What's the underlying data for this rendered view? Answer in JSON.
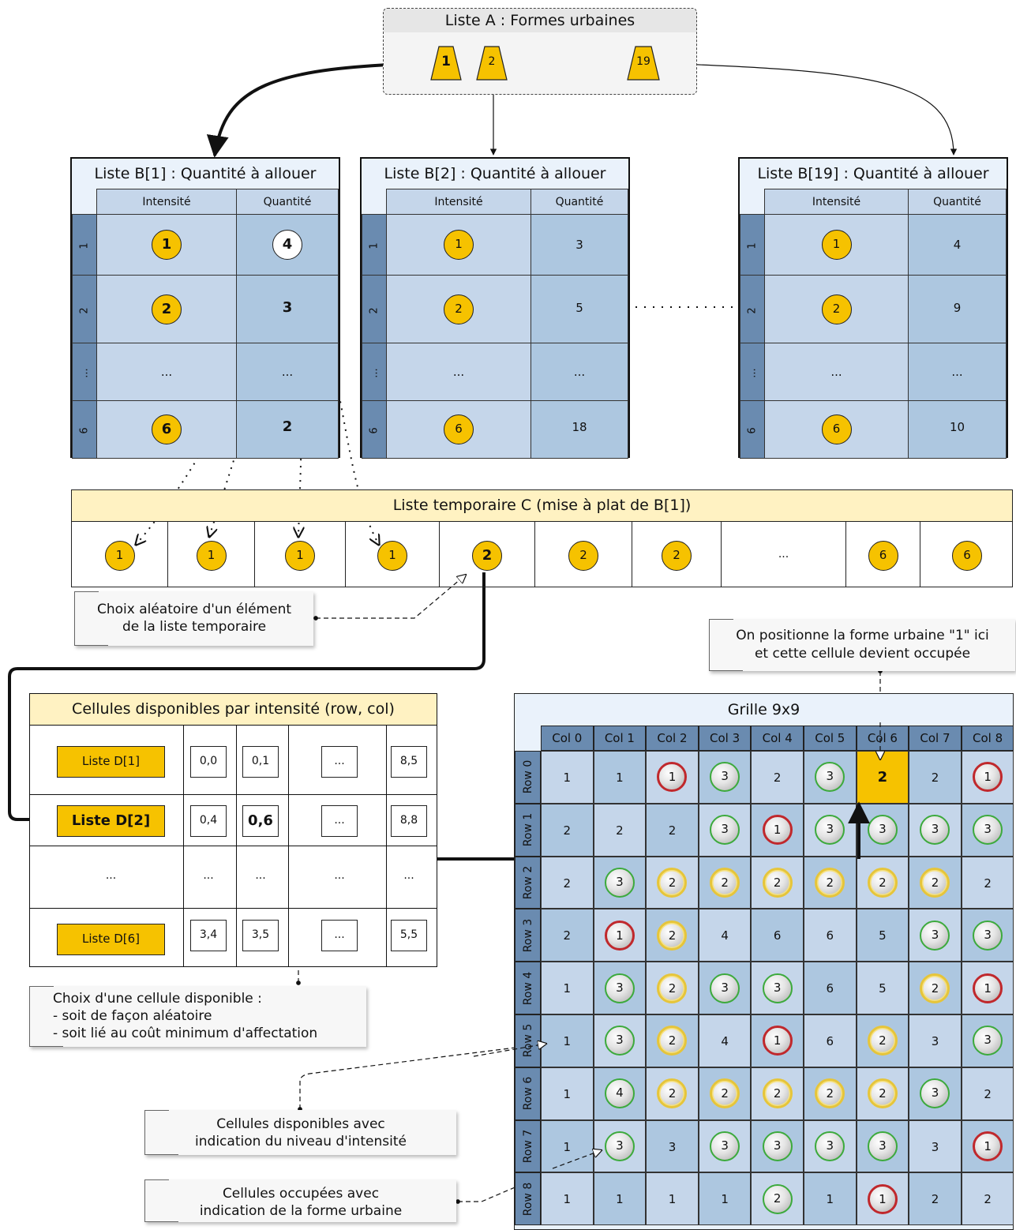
{
  "list_a": {
    "title": "Liste A : Formes urbaines",
    "shapes": [
      "1",
      "2",
      "19"
    ]
  },
  "lists_b": [
    {
      "title": "Liste B[1] : Quantité à allouer",
      "col_intensity": "Intensité",
      "col_quantity": "Quantité",
      "rows": [
        {
          "row": "1",
          "intensity": "1",
          "quantity": "4"
        },
        {
          "row": "2",
          "intensity": "2",
          "quantity": "3"
        },
        {
          "row": "...",
          "intensity": "...",
          "quantity": "..."
        },
        {
          "row": "6",
          "intensity": "6",
          "quantity": "2"
        }
      ]
    },
    {
      "title": "Liste B[2] : Quantité à allouer",
      "col_intensity": "Intensité",
      "col_quantity": "Quantité",
      "rows": [
        {
          "row": "1",
          "intensity": "1",
          "quantity": "3"
        },
        {
          "row": "2",
          "intensity": "2",
          "quantity": "5"
        },
        {
          "row": "...",
          "intensity": "...",
          "quantity": "..."
        },
        {
          "row": "6",
          "intensity": "6",
          "quantity": "18"
        }
      ]
    },
    {
      "title": "Liste B[19] : Quantité à allouer",
      "col_intensity": "Intensité",
      "col_quantity": "Quantité",
      "rows": [
        {
          "row": "1",
          "intensity": "1",
          "quantity": "4"
        },
        {
          "row": "2",
          "intensity": "2",
          "quantity": "9"
        },
        {
          "row": "...",
          "intensity": "...",
          "quantity": "..."
        },
        {
          "row": "6",
          "intensity": "6",
          "quantity": "10"
        }
      ]
    }
  ],
  "list_c": {
    "title": "Liste temporaire C (mise à plat de B[1])",
    "items": [
      "1",
      "1",
      "1",
      "1",
      "2",
      "2",
      "2",
      "...",
      "6",
      "6"
    ]
  },
  "notes": {
    "random_choice": "Choix aléatoire d'un élément\nde la liste temporaire",
    "position": "On positionne la forme urbaine \"1\" ici\net cette cellule devient occupée",
    "cell_choice": "Choix d'une cellule disponible :\n- soit de façon aléatoire\n- soit lié au coût minimum d'affectation",
    "available": "Cellules disponibles avec\nindication du niveau d'intensité",
    "occupied": "Cellules occupées avec\nindication de la forme urbaine"
  },
  "list_d": {
    "title": "Cellules disponibles par intensité (row, col)",
    "rows": [
      {
        "label": "Liste D[1]",
        "cells": [
          "0,0",
          "0,1",
          "...",
          "8,5"
        ]
      },
      {
        "label": "Liste D[2]",
        "cells": [
          "0,4",
          "0,6",
          "...",
          "8,8"
        ]
      },
      {
        "label": "...",
        "cells": [
          "...",
          "...",
          "...",
          "..."
        ]
      },
      {
        "label": "Liste D[6]",
        "cells": [
          "3,4",
          "3,5",
          "...",
          "5,5"
        ]
      }
    ]
  },
  "grid": {
    "title": "Grille 9x9",
    "cols": [
      "Col 0",
      "Col 1",
      "Col 2",
      "Col 3",
      "Col 4",
      "Col 5",
      "Col 6",
      "Col 7",
      "Col 8"
    ],
    "rows": [
      "Row 0",
      "Row 1",
      "Row 2",
      "Row 3",
      "Row 4",
      "Row 5",
      "Row 6",
      "Row 7",
      "Row 8"
    ],
    "cells": [
      [
        "1",
        "1",
        "r1",
        "g3",
        "2",
        "g3",
        "H2",
        "2",
        "r1"
      ],
      [
        "2",
        "2",
        "2",
        "g3",
        "r1",
        "g3",
        "g3",
        "g3",
        "g3"
      ],
      [
        "2",
        "g3",
        "y2",
        "y2",
        "y2",
        "y2",
        "y2",
        "y2",
        "2"
      ],
      [
        "2",
        "r1",
        "y2",
        "4",
        "6",
        "6",
        "5",
        "g3",
        "g3"
      ],
      [
        "1",
        "g3",
        "y2",
        "g3",
        "g3",
        "6",
        "5",
        "y2",
        "r1"
      ],
      [
        "1",
        "g3",
        "y2",
        "4",
        "r1",
        "6",
        "y2",
        "3",
        "g3"
      ],
      [
        "1",
        "g4",
        "y2",
        "y2",
        "y2",
        "y2",
        "y2",
        "g3",
        "2"
      ],
      [
        "1",
        "g3",
        "3",
        "g3",
        "g3",
        "g3",
        "g3",
        "3",
        "r1"
      ],
      [
        "1",
        "1",
        "1",
        "1",
        "g2",
        "1",
        "r1",
        "2",
        "2"
      ]
    ],
    "colors": {
      "occupied_ring": "#c0282c",
      "available_ring_3": "#3caa3c",
      "available_ring_2": "#e6c53a",
      "highlight": "#f6c200"
    }
  }
}
